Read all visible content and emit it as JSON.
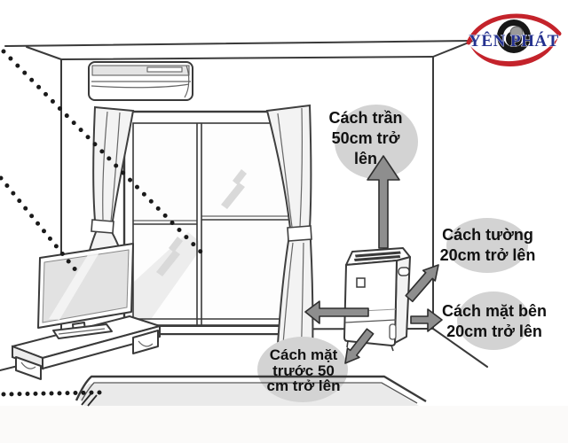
{
  "brand": {
    "logo_text": "YÊN PHÁT"
  },
  "clearance_labels": {
    "ceiling": "Cách trần\n50cm trở\nlên",
    "wall": "Cách tường\n20cm trở lên",
    "side": "Cách mặt bên\n20cm trở lên",
    "front": "Cách mặt\ntrước 50\ncm trở lên"
  },
  "illustration": {
    "objects": [
      "room-corner",
      "air-conditioner",
      "window",
      "curtains",
      "tv",
      "tv-bench",
      "rug",
      "dehumidifier"
    ],
    "arrows": [
      "up-to-ceiling",
      "left-from-front",
      "up-right-to-wall",
      "right-to-side",
      "down-left-to-front"
    ]
  },
  "colors": {
    "label_ellipse": "#d3d3d3",
    "arrow_fill": "#8e8e8e",
    "arrow_outline": "#2f2f2f",
    "line_art": "#3a3a3a",
    "logo_red": "#c4232b",
    "logo_blue": "#24318f",
    "text": "#111111"
  }
}
